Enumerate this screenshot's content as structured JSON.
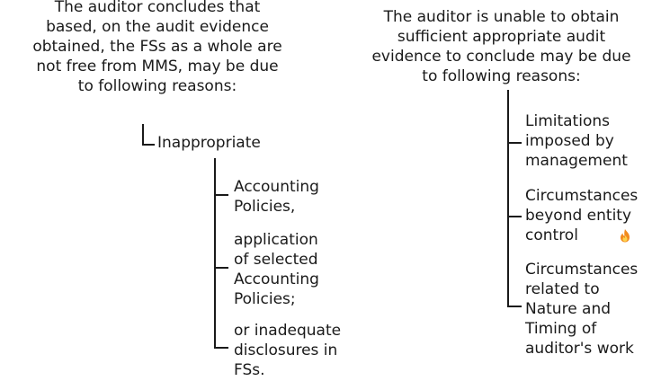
{
  "left": {
    "heading": "The auditor concludes that\nbased, on the audit evidence\nobtained, the FSs as a whole are\nnot free from MMS, may be due\nto following reasons:",
    "branch": "Inappropriate",
    "items": [
      "Accounting\nPolicies,",
      "application\nof selected\nAccounting\nPolicies;",
      "or inadequate\ndisclosures in\nFSs."
    ]
  },
  "right": {
    "heading": "The auditor is unable to obtain\nsufficient appropriate audit\nevidence to conclude may be due\nto following reasons:",
    "items": [
      "Limitations\nimposed by\nmanagement",
      "Circumstances\nbeyond entity\ncontrol",
      "Circumstances\nrelated to\nNature and\nTiming of\nauditor's work"
    ],
    "icon": "fire-icon"
  }
}
